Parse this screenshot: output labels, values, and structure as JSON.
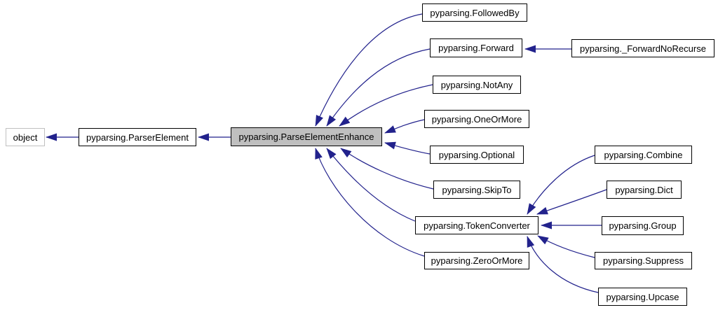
{
  "diagram": {
    "type": "class-inheritance-graph",
    "colors": {
      "edge": "#22228c",
      "node_border": "#000000",
      "node_fill": "#ffffff",
      "selected_fill": "#bfbfbf",
      "external_border": "#c0c0c0",
      "text": "#000000"
    },
    "nodes": [
      {
        "id": "object",
        "label": "object",
        "kind": "external"
      },
      {
        "id": "parser-element",
        "label": "pyparsing.ParserElement",
        "kind": "class"
      },
      {
        "id": "parse-element-enhance",
        "label": "pyparsing.ParseElementEnhance",
        "kind": "current"
      },
      {
        "id": "followed-by",
        "label": "pyparsing.FollowedBy",
        "kind": "class"
      },
      {
        "id": "forward",
        "label": "pyparsing.Forward",
        "kind": "class"
      },
      {
        "id": "not-any",
        "label": "pyparsing.NotAny",
        "kind": "class"
      },
      {
        "id": "one-or-more",
        "label": "pyparsing.OneOrMore",
        "kind": "class"
      },
      {
        "id": "optional",
        "label": "pyparsing.Optional",
        "kind": "class"
      },
      {
        "id": "skip-to",
        "label": "pyparsing.SkipTo",
        "kind": "class"
      },
      {
        "id": "token-converter",
        "label": "pyparsing.TokenConverter",
        "kind": "class"
      },
      {
        "id": "zero-or-more",
        "label": "pyparsing.ZeroOrMore",
        "kind": "class"
      },
      {
        "id": "forward-no-recurse",
        "label": "pyparsing._ForwardNoRecurse",
        "kind": "class"
      },
      {
        "id": "combine",
        "label": "pyparsing.Combine",
        "kind": "class"
      },
      {
        "id": "dict",
        "label": "pyparsing.Dict",
        "kind": "class"
      },
      {
        "id": "group",
        "label": "pyparsing.Group",
        "kind": "class"
      },
      {
        "id": "suppress",
        "label": "pyparsing.Suppress",
        "kind": "class"
      },
      {
        "id": "upcase",
        "label": "pyparsing.Upcase",
        "kind": "class"
      }
    ],
    "edges": [
      {
        "derived": "pyparsing.ParserElement",
        "base": "object"
      },
      {
        "derived": "pyparsing.ParseElementEnhance",
        "base": "pyparsing.ParserElement"
      },
      {
        "derived": "pyparsing.FollowedBy",
        "base": "pyparsing.ParseElementEnhance"
      },
      {
        "derived": "pyparsing.Forward",
        "base": "pyparsing.ParseElementEnhance"
      },
      {
        "derived": "pyparsing.NotAny",
        "base": "pyparsing.ParseElementEnhance"
      },
      {
        "derived": "pyparsing.OneOrMore",
        "base": "pyparsing.ParseElementEnhance"
      },
      {
        "derived": "pyparsing.Optional",
        "base": "pyparsing.ParseElementEnhance"
      },
      {
        "derived": "pyparsing.SkipTo",
        "base": "pyparsing.ParseElementEnhance"
      },
      {
        "derived": "pyparsing.TokenConverter",
        "base": "pyparsing.ParseElementEnhance"
      },
      {
        "derived": "pyparsing.ZeroOrMore",
        "base": "pyparsing.ParseElementEnhance"
      },
      {
        "derived": "pyparsing._ForwardNoRecurse",
        "base": "pyparsing.Forward"
      },
      {
        "derived": "pyparsing.Combine",
        "base": "pyparsing.TokenConverter"
      },
      {
        "derived": "pyparsing.Dict",
        "base": "pyparsing.TokenConverter"
      },
      {
        "derived": "pyparsing.Group",
        "base": "pyparsing.TokenConverter"
      },
      {
        "derived": "pyparsing.Suppress",
        "base": "pyparsing.TokenConverter"
      },
      {
        "derived": "pyparsing.Upcase",
        "base": "pyparsing.TokenConverter"
      }
    ]
  }
}
